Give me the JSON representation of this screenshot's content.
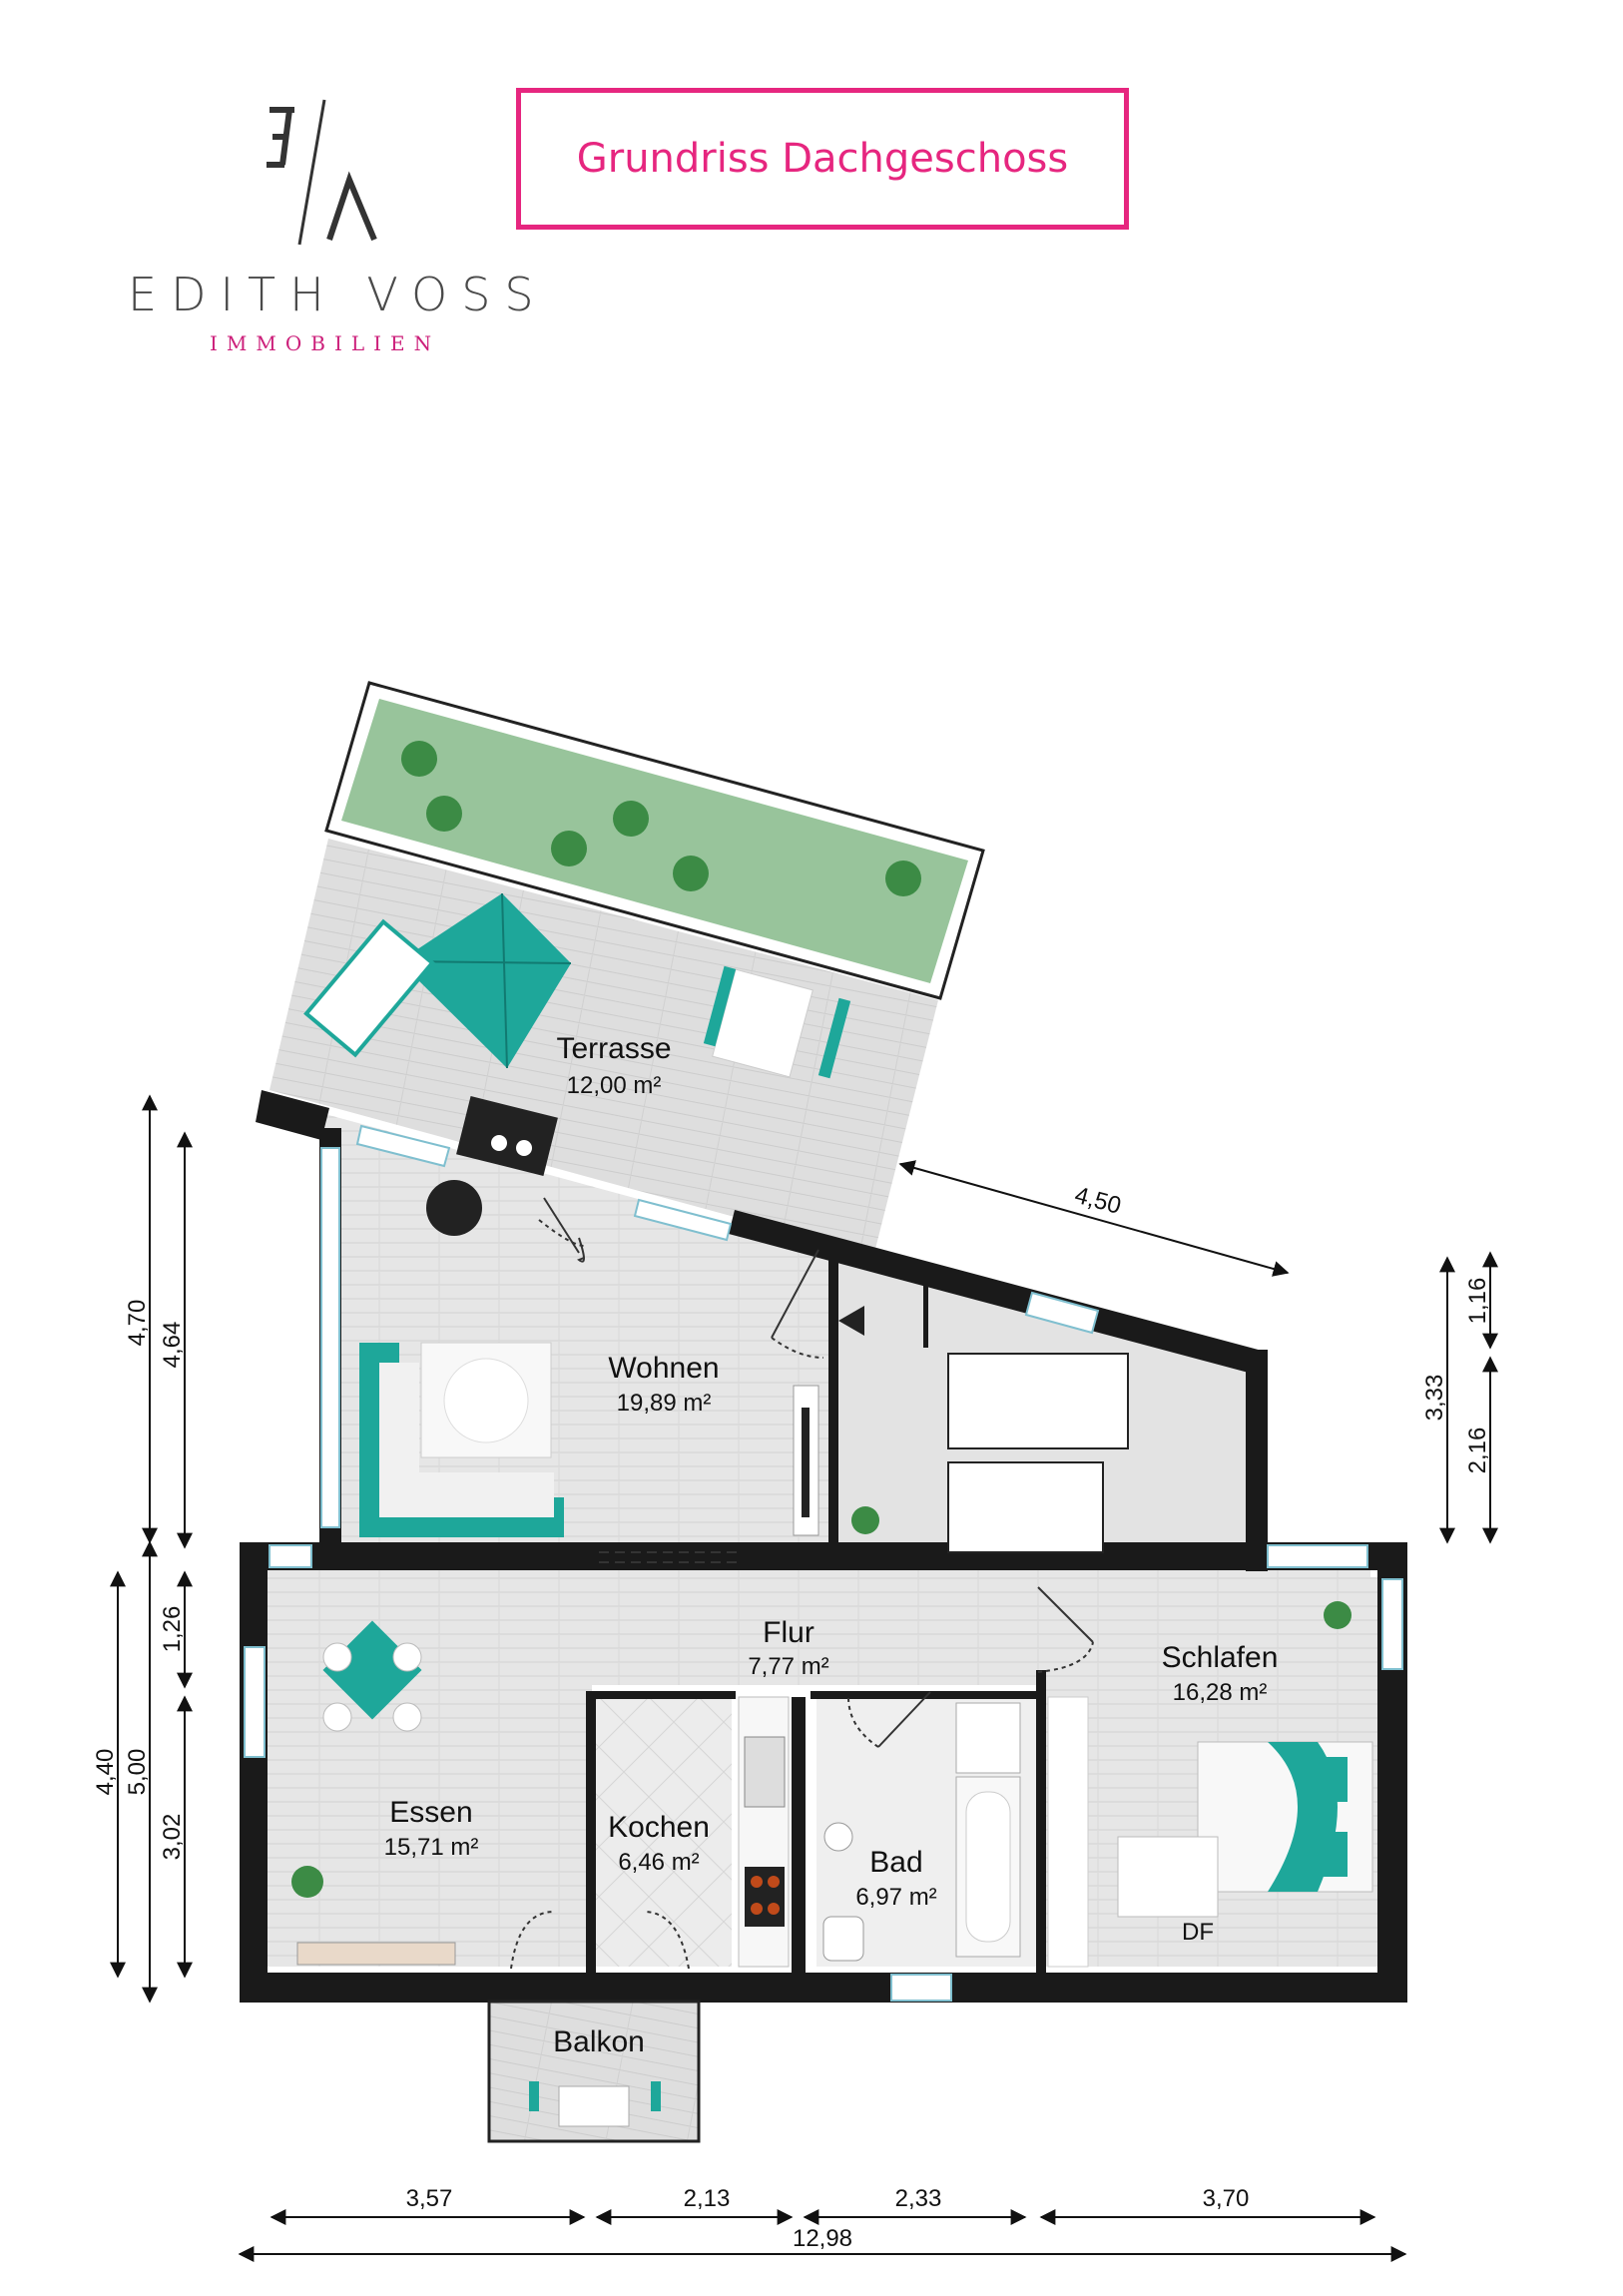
{
  "logo": {
    "name": "EDITH VOSS",
    "sub": "IMMOBILIEN"
  },
  "title": "Grundriss Dachgeschoss",
  "rooms": {
    "terrasse": {
      "name": "Terrasse",
      "area": "12,00 m²"
    },
    "wohnen": {
      "name": "Wohnen",
      "area": "19,89 m²"
    },
    "flur": {
      "name": "Flur",
      "area": "7,77 m²"
    },
    "schlafen": {
      "name": "Schlafen",
      "area": "16,28 m²"
    },
    "essen": {
      "name": "Essen",
      "area": "15,71 m²"
    },
    "kochen": {
      "name": "Kochen",
      "area": "6,46 m²"
    },
    "bad": {
      "name": "Bad",
      "area": "6,97 m²"
    },
    "balkon": {
      "name": "Balkon",
      "area": ""
    }
  },
  "labels": {
    "df": "DF"
  },
  "dimensions": {
    "terrace_diag": "4,50",
    "left_outer_top": "4,70",
    "left_inner_top": "4,64",
    "left_outer_bottom": "4,40",
    "left_mid_bottom": "5,00",
    "left_inner_bottom_top": "1,26",
    "left_inner_bottom_low": "3,02",
    "right_outer": "3,33",
    "right_inner_top": "1,16",
    "right_inner_low": "2,16",
    "bottom_1": "3,57",
    "bottom_2": "2,13",
    "bottom_3": "2,33",
    "bottom_4": "3,70",
    "bottom_total": "12,98"
  },
  "colors": {
    "accent": "#e6267f",
    "teal": "#1ea79a",
    "wall": "#1a1a1a",
    "floor": "#e4e4e4",
    "green_roof": "#98c49b"
  }
}
